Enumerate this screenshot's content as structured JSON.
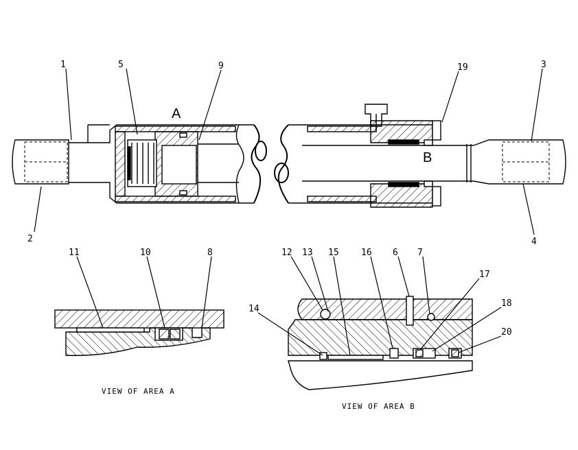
{
  "callouts": {
    "c1": "1",
    "c2": "2",
    "c3": "3",
    "c4": "4",
    "c5": "5",
    "c6": "6",
    "c7": "7",
    "c8": "8",
    "c9": "9",
    "c10": "10",
    "c11": "11",
    "c12": "12",
    "c13": "13",
    "c14": "14",
    "c15": "15",
    "c16": "16",
    "c17": "17",
    "c18": "18",
    "c19": "19",
    "c20": "20"
  },
  "area_marks": {
    "a": "A",
    "b": "B"
  },
  "captions": {
    "view_a": "VIEW OF AREA A",
    "view_b": "VIEW OF AREA B"
  }
}
